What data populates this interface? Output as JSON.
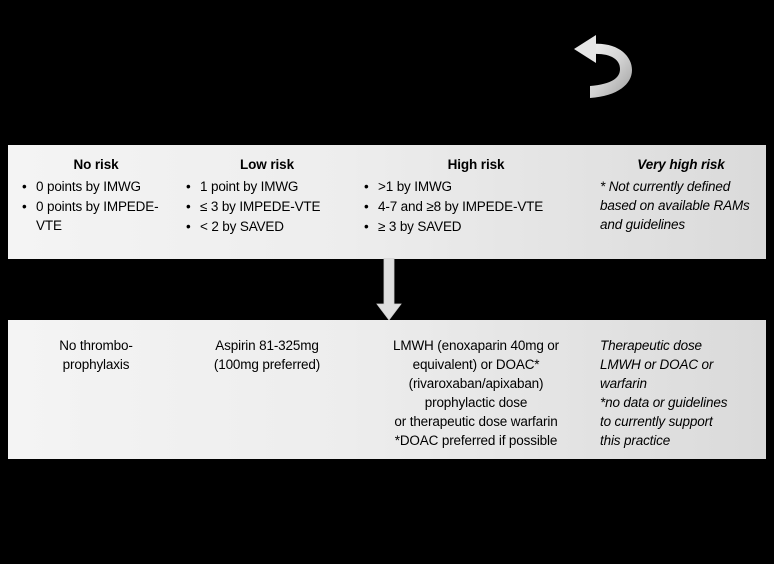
{
  "icons": {
    "rotate_arrow": "rotate-ccw-arrow-icon",
    "down_arrow": "down-arrow-icon"
  },
  "colors": {
    "background": "#000000",
    "band_gradient_start": "#f4f4f4",
    "band_gradient_end": "#dadada",
    "arrow_fill": "#d9d9d9",
    "text": "#000000"
  },
  "risk_band": {
    "columns": [
      {
        "title": "No risk",
        "title_style": "bold",
        "items": [
          "0 points by IMWG",
          "0 points by IMPEDE-VTE"
        ]
      },
      {
        "title": "Low risk",
        "title_style": "bold",
        "items": [
          "1 point by IMWG",
          "≤ 3 by IMPEDE-VTE",
          "< 2 by SAVED"
        ]
      },
      {
        "title": "High risk",
        "title_style": "bold",
        "items": [
          ">1 by IMWG",
          "4-7 and ≥8 by IMPEDE-VTE",
          "≥ 3 by SAVED"
        ]
      },
      {
        "title": "Very high risk",
        "title_style": "bold-italic",
        "lines": [
          "* Not currently defined",
          "based on available RAMs",
          "and guidelines"
        ]
      }
    ]
  },
  "treatment_band": {
    "columns": [
      {
        "lines": [
          "No thrombo-",
          "prophylaxis"
        ],
        "align": "center",
        "style": "normal"
      },
      {
        "lines": [
          "Aspirin 81-325mg",
          "(100mg preferred)"
        ],
        "align": "center",
        "style": "normal"
      },
      {
        "lines": [
          "LMWH (enoxaparin 40mg or",
          "equivalent) or DOAC*",
          "(rivaroxaban/apixaban)",
          "prophylactic dose",
          "or therapeutic dose warfarin",
          "*DOAC preferred if possible"
        ],
        "align": "center",
        "style": "normal"
      },
      {
        "lines": [
          "Therapeutic dose",
          "LMWH or DOAC or",
          "warfarin",
          "*no data or guidelines",
          "to currently support",
          "this practice"
        ],
        "align": "left",
        "style": "italic"
      }
    ]
  }
}
